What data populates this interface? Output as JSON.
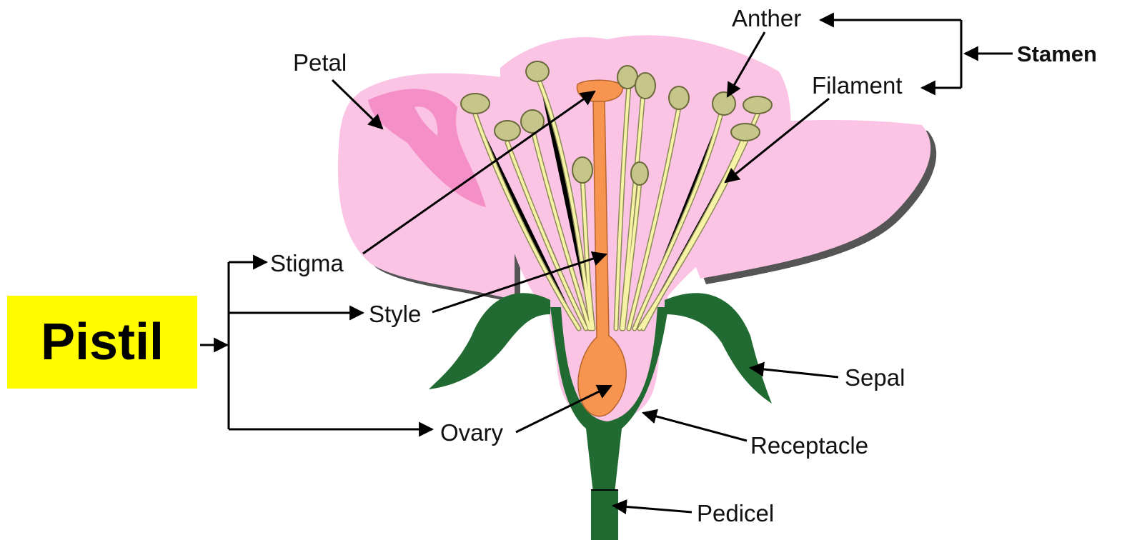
{
  "labels": {
    "anther": "Anther",
    "stamen": "Stamen",
    "petal": "Petal",
    "filament": "Filament",
    "stigma": "Stigma",
    "style": "Style",
    "pistil": "Pistil",
    "sepal": "Sepal",
    "ovary": "Ovary",
    "receptacle": "Receptacle",
    "pedicel": "Pedicel"
  },
  "colors": {
    "petal": "#fbc3e4",
    "petal_dark": "#f58fc8",
    "anther": "#c6c58a",
    "filament": "#f7f3a6",
    "pistil": "#f7944f",
    "sepal": "#216b32",
    "highlight": "#fffc00"
  }
}
